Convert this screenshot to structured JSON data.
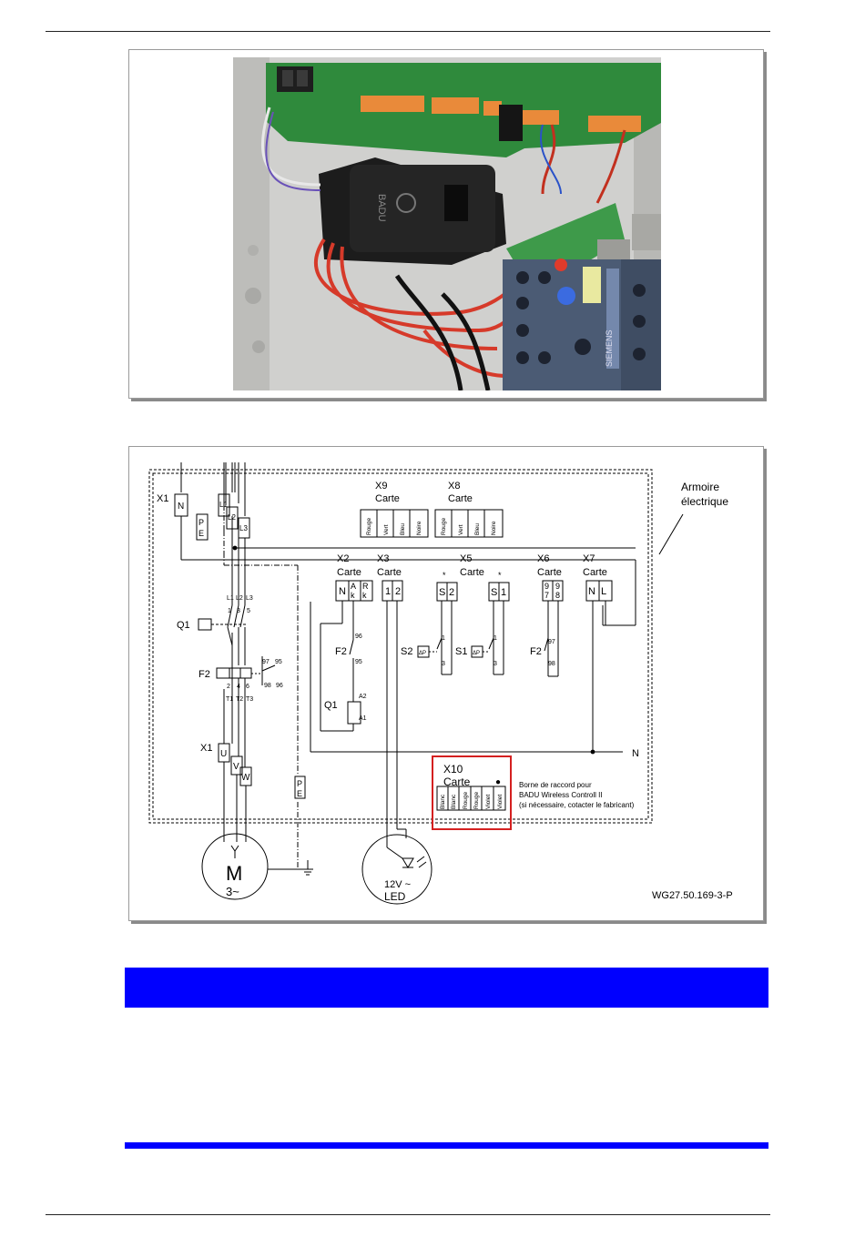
{
  "photo": {
    "brand_label": "BADU",
    "contactor_label": "SIEMENS"
  },
  "schema": {
    "x9_name": "X9",
    "x9_card": "Carte",
    "x9_wires": [
      "Rouge",
      "Vert",
      "Bleu",
      "Noire"
    ],
    "x8_name": "X8",
    "x8_card": "Carte",
    "x8_wires": [
      "Rouge",
      "Vert",
      "Bleu",
      "Noire"
    ],
    "cabinet_line1": "Armoire",
    "cabinet_line2": "électrique",
    "x1": "X1",
    "n": "N",
    "pe": [
      "P",
      "E"
    ],
    "l1": "L1",
    "l2": "L2",
    "l3": "L3",
    "x2_name": "X2",
    "x2_card": "Carte",
    "x2_terms": [
      "N",
      "A",
      "k",
      "R",
      "k"
    ],
    "x3_name": "X3",
    "x3_card": "Carte",
    "x3_terms": [
      "1",
      "2"
    ],
    "x5_name": "X5",
    "x5_card": "Carte",
    "x5_terms": [
      "S",
      "2",
      "S",
      "1"
    ],
    "star": "*",
    "x6_name": "X6",
    "x6_card": "Carte",
    "x6_terms": [
      "9",
      "7",
      "9",
      "8"
    ],
    "x7_name": "X7",
    "x7_card": "Carte",
    "x7_terms": [
      "N",
      "L"
    ],
    "q1": "Q1",
    "f2": "F2",
    "s1": "S1",
    "s2": "S2",
    "dp": "ΔP",
    "q1_pins": [
      "L1",
      "1",
      "L2",
      "3",
      "L3",
      "5"
    ],
    "f2_pins_bottom": [
      "2",
      "4",
      "6",
      "T1",
      "T2",
      "T3"
    ],
    "f2_aux": [
      "97",
      "95",
      "98",
      "96"
    ],
    "f2_contact": [
      "96",
      "95"
    ],
    "q1_coil": [
      "A2",
      "A1"
    ],
    "s_pins": [
      "1",
      "3"
    ],
    "x6_contact": [
      "97",
      "98"
    ],
    "motor_terms": [
      "U",
      "V",
      "W"
    ],
    "neutral_label": "N",
    "x10_name": "X10",
    "x10_card": "Carte",
    "x10_dot": "●",
    "x10_wires": [
      "Blanc",
      "Blanc",
      "Rouge",
      "Rouge",
      "Violet",
      "Violet"
    ],
    "x10_note": [
      "Borne de raccord pour",
      "BADU Wireless Controll II",
      "(si nécessaire, cotacter le fabricant)"
    ],
    "motor_letter": "M",
    "motor_phase": "3~",
    "led_line1": "12V ~",
    "led_line2": "LED",
    "drawing_ref": "WG27.50.169-3-P"
  },
  "colors": {
    "banner": "#0000ff",
    "x10_highlight": "#d42020"
  }
}
